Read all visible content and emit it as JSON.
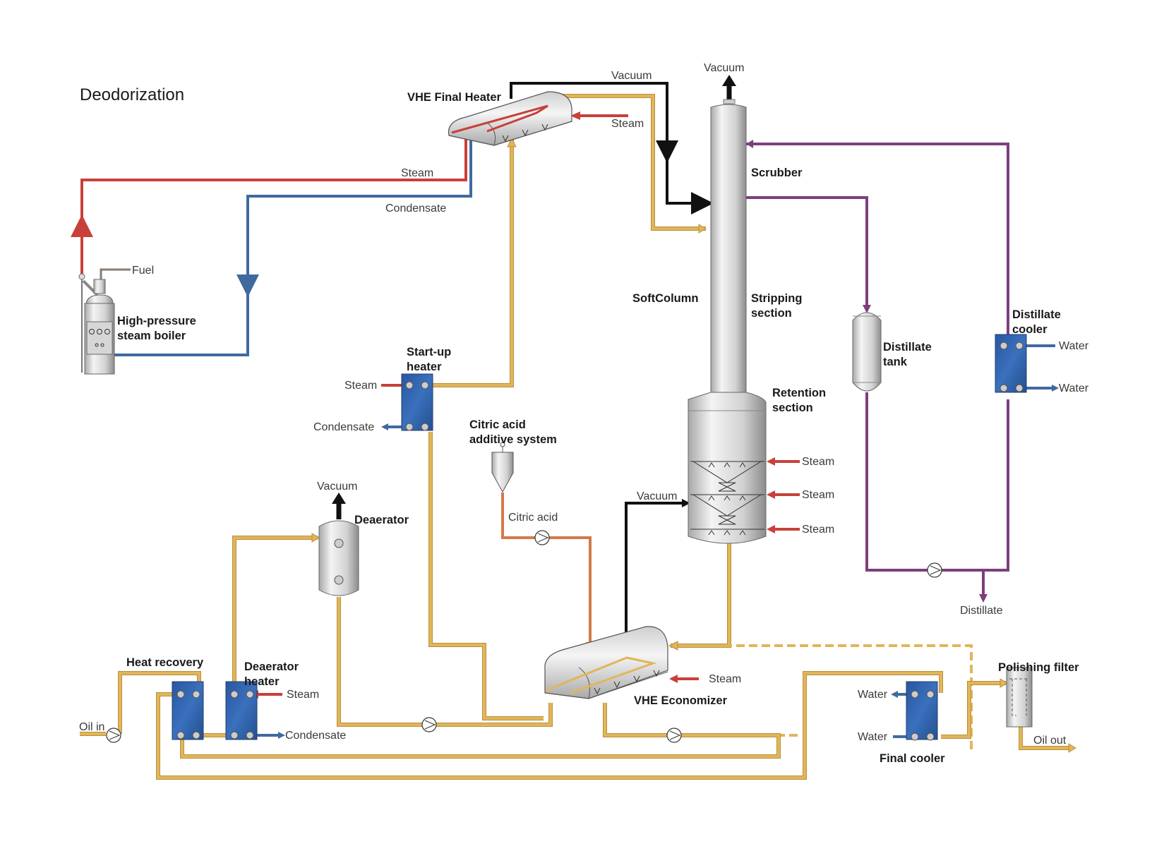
{
  "title": "Deodorization",
  "colors": {
    "oil": "#e2b55a",
    "steam": "#c8403a",
    "condensate": "#3f6aa0",
    "vacuum": "#111111",
    "distillate": "#7d3f7d",
    "citric_acid": "#d4784a",
    "heat_exchanger": "#2a5ca8"
  },
  "equipment": {
    "vhe_final_heater": "VHE Final Heater",
    "scrubber": "Scrubber",
    "softcolumn": "SoftColumn",
    "stripping_section": [
      "Stripping",
      "section"
    ],
    "retention_section": [
      "Retention",
      "section"
    ],
    "boiler": [
      "High-pressure",
      "steam boiler"
    ],
    "startup_heater": [
      "Start-up",
      "heater"
    ],
    "citric_system": [
      "Citric acid",
      "additive system"
    ],
    "deaerator": "Deaerator",
    "distillate_tank": [
      "Distillate",
      "tank"
    ],
    "distillate_cooler": [
      "Distillate",
      "cooler"
    ],
    "heat_recovery": "Heat recovery",
    "deaerator_heater": [
      "Deaerator",
      "heater"
    ],
    "vhe_economizer": "VHE Economizer",
    "final_cooler": "Final cooler",
    "polishing_filter": "Polishing filter"
  },
  "streams": {
    "vacuum_top": "Vacuum",
    "vacuum_heater": "Vacuum",
    "steam_heater": "Steam",
    "steam_main": "Steam",
    "condensate_main": "Condensate",
    "fuel": "Fuel",
    "steam_startup": "Steam",
    "condensate_startup": "Condensate",
    "citric_acid": "Citric acid",
    "vacuum_deaerator": "Vacuum",
    "vacuum_economizer": "Vacuum",
    "steam_col_1": "Steam",
    "steam_col_2": "Steam",
    "steam_col_3": "Steam",
    "water_dc_in": "Water",
    "water_dc_out": "Water",
    "distillate_out": "Distillate",
    "oil_in": "Oil in",
    "steam_deaerator_heater": "Steam",
    "condensate_deaerator_heater": "Condensate",
    "steam_economizer": "Steam",
    "water_fc_out": "Water",
    "water_fc_in": "Water",
    "oil_out": "Oil out"
  }
}
